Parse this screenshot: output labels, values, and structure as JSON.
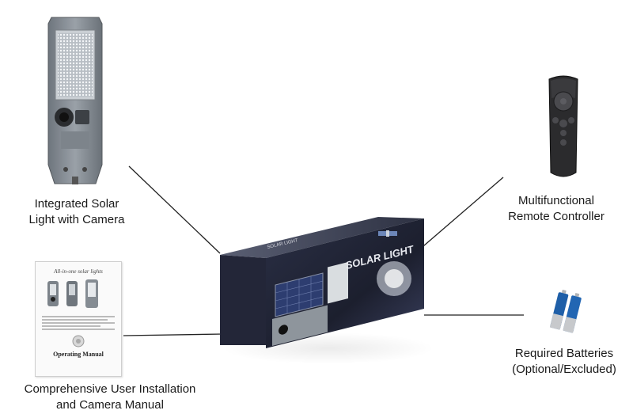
{
  "items": {
    "solar_light": {
      "label_line1": "Integrated Solar",
      "label_line2": "Light with Camera"
    },
    "remote": {
      "label_line1": "Multifunctional",
      "label_line2": "Remote Controller"
    },
    "manual": {
      "label_line1": "Comprehensive User Installation",
      "label_line2": "and Camera Manual",
      "cover_heading": "All-in-one solar lights",
      "cover_footer": "Operating Manual"
    },
    "batteries": {
      "label_line1": "Required Batteries",
      "label_line2": "(Optional/Excluded)"
    },
    "package": {
      "front_title": "SOLAR LIGHT",
      "top_title": "SOLAR LIGHT"
    }
  },
  "colors": {
    "line": "#222222",
    "light_body": "#8a9199",
    "box_dark": "#1c1f2e",
    "remote_body": "#2b2b2d",
    "battery_blue": "#1f5fa8"
  }
}
